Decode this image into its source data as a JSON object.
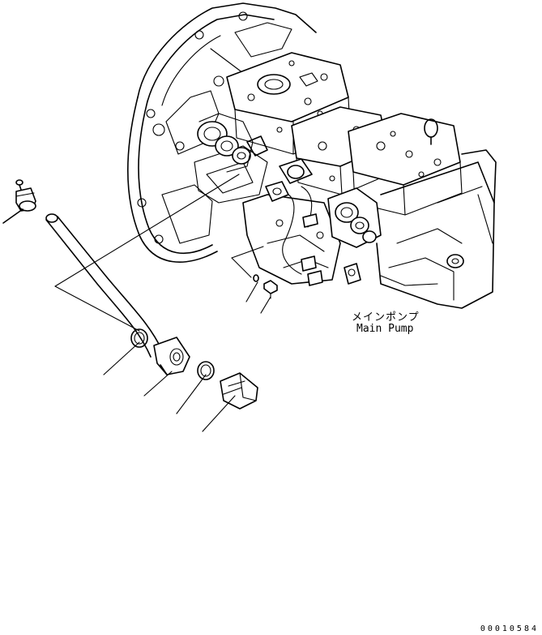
{
  "diagram": {
    "label_jp": "メインポンプ",
    "label_en": "Main Pump",
    "drawing_code": "00010584"
  }
}
